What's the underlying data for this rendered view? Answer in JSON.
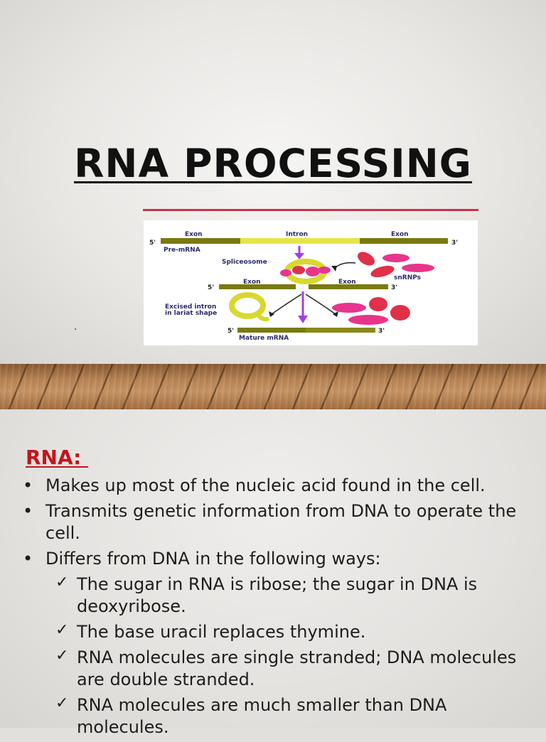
{
  "slide1": {
    "title": "RNA PROCESSING",
    "dot": ".",
    "diagram": {
      "exon_left": "Exon",
      "intron": "Intron",
      "exon_right": "Exon",
      "five_prime": "5'",
      "three_prime": "3'",
      "pre_mrna": "Pre-mRNA",
      "spliceosome": "Spliceosome",
      "snrnps": "snRNPs",
      "exon_mid_left": "Exon",
      "exon_mid_right": "Exon",
      "excised_intron_1": "Excised intron",
      "excised_intron_2": "in lariat shape",
      "mature_mrna": "Mature mRNA"
    },
    "colors": {
      "accent_rule": "#c8324a",
      "exon": "#7a7a10",
      "intron": "#e6e64a",
      "arrow": "#a040e0",
      "snrnp_pink": "#e8358c",
      "snrnp_red": "#e0304a"
    }
  },
  "slide2": {
    "heading": "RNA: ",
    "bullets": [
      "Makes up most of the nucleic acid found in the cell.",
      "Transmits genetic information from DNA to operate the cell.",
      "Differs from DNA in the following ways:"
    ],
    "checks": [
      "The sugar in RNA is ribose; the sugar in DNA is deoxyribose.",
      "The base uracil replaces thymine.",
      "RNA molecules are single stranded; DNA molecules are double stranded.",
      "RNA molecules are much smaller than DNA molecules."
    ],
    "bullet_glyph": "•",
    "check_glyph": "✓",
    "colors": {
      "heading": "#c0161e",
      "text": "#1d1d1d"
    }
  }
}
